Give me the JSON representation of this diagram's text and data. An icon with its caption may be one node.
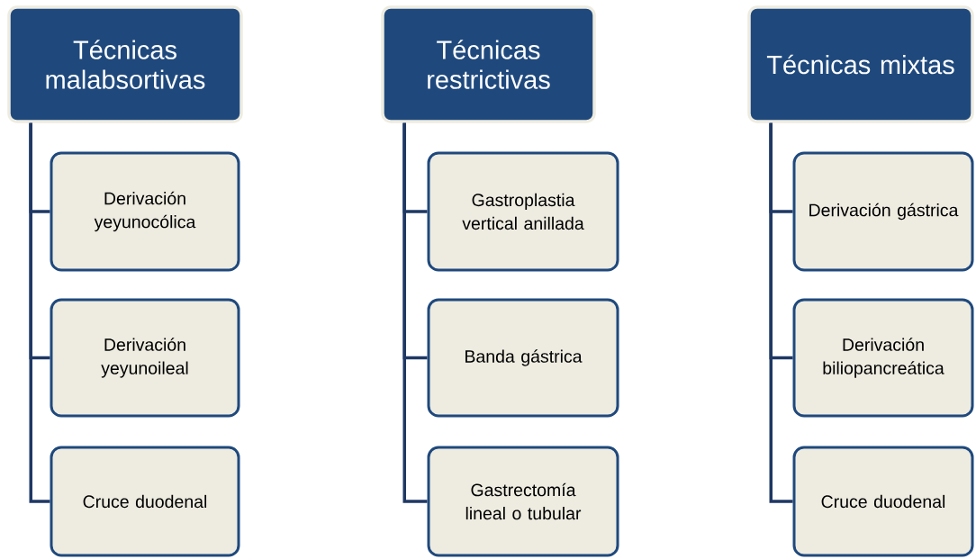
{
  "diagram": {
    "nodes": [
      {
        "text": [
          "Técnicas malabsortivas"
        ]
      },
      {
        "text": [
          "Derivación yeyunocólica"
        ]
      },
      {
        "text": [
          "Derivación yeyunoileal"
        ]
      },
      {
        "text": [
          "Cruce duodenal"
        ]
      },
      {
        "text": [
          "Técnicas restrictivas"
        ]
      },
      {
        "text": [
          "Gastroplastia vertical anillada"
        ]
      },
      {
        "text": [
          "Banda gástrica"
        ]
      },
      {
        "text": [
          "Gastrectomía lineal o tubular"
        ]
      },
      {
        "text": [
          "Técnicas mixtas"
        ]
      },
      {
        "text": [
          "Derivación gástrica"
        ]
      },
      {
        "text": [
          "Derivación biliopancreática"
        ]
      },
      {
        "text": [
          "Cruce duodenal"
        ]
      }
    ],
    "edges": [
      {
        "from": 0,
        "to": 1,
        "arrow": "none"
      },
      {
        "from": 0,
        "to": 2,
        "arrow": "none"
      },
      {
        "from": 0,
        "to": 3,
        "arrow": "none"
      },
      {
        "from": 4,
        "to": 5,
        "arrow": "none"
      },
      {
        "from": 4,
        "to": 6,
        "arrow": "none"
      },
      {
        "from": 4,
        "to": 7,
        "arrow": "none"
      },
      {
        "from": 8,
        "to": 9,
        "arrow": "none"
      },
      {
        "from": 8,
        "to": 10,
        "arrow": "none"
      },
      {
        "from": 8,
        "to": 11,
        "arrow": "none"
      }
    ]
  }
}
